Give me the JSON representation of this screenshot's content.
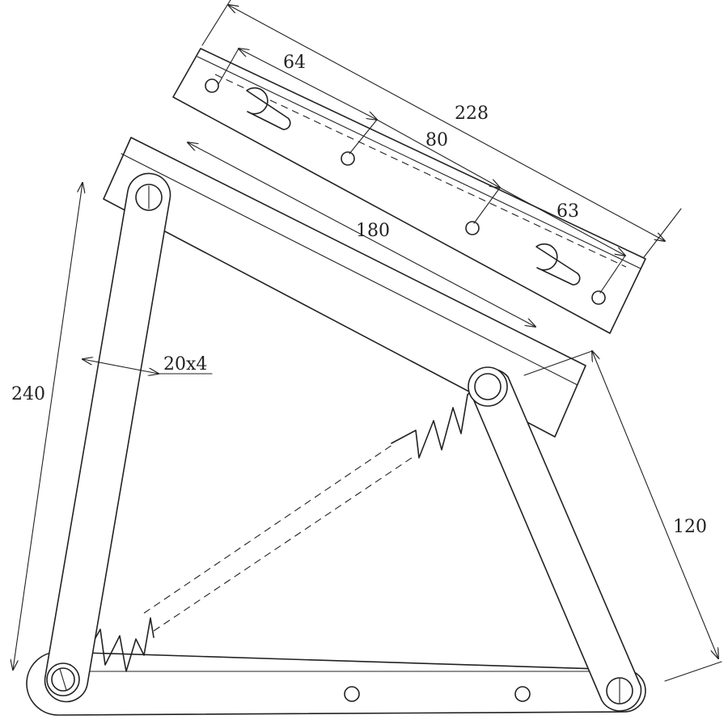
{
  "dimensions": {
    "plate_total": "228",
    "plate_end_left": "64",
    "plate_middle": "80",
    "plate_end_right": "63",
    "top_arm": "180",
    "left_arm": "240",
    "left_arm_section": "20x4",
    "right_arm": "120"
  },
  "colors": {
    "line": "#222222",
    "background": "#ffffff"
  }
}
